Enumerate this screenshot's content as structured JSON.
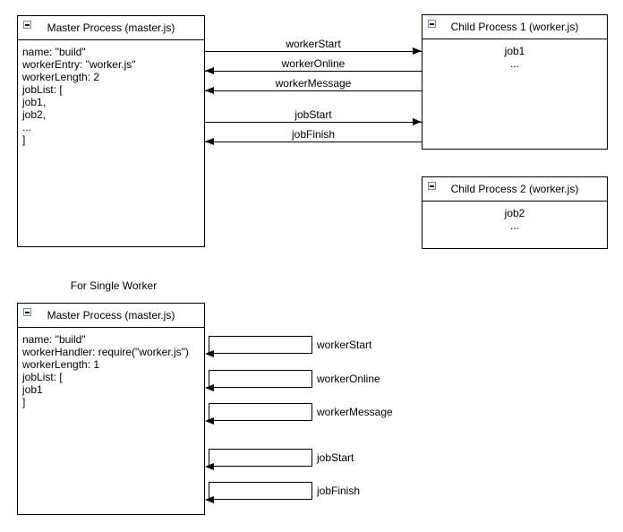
{
  "colors": {
    "stroke": "#000000",
    "background": "#ffffff",
    "collapse_icon_border": "#7d8a97",
    "collapse_icon_fill": "#f4f6f8"
  },
  "top_diagram": {
    "master": {
      "title": "Master Process (master.js)",
      "body_lines": [
        "name: \"build\"",
        "workerEntry: \"worker.js\"",
        "workerLength: 2",
        "jobList: [",
        "job1,",
        "job2,",
        "...",
        "]"
      ]
    },
    "child1": {
      "title": "Child Process 1 (worker.js)",
      "body_lines": [
        "job1",
        "..."
      ]
    },
    "child2": {
      "title": "Child Process 2 (worker.js)",
      "body_lines": [
        "job2",
        "..."
      ]
    },
    "messages": [
      {
        "label": "workerStart",
        "direction": "master-to-child"
      },
      {
        "label": "workerOnline",
        "direction": "child-to-master"
      },
      {
        "label": "workerMessage",
        "direction": "child-to-master"
      },
      {
        "label": "jobStart",
        "direction": "master-to-child"
      },
      {
        "label": "jobFinish",
        "direction": "child-to-master"
      }
    ]
  },
  "bottom_diagram": {
    "section_label": "For Single Worker",
    "master": {
      "title": "Master Process (master.js)",
      "body_lines": [
        "name: \"build\"",
        "workerHandler: require(\"worker.js\")",
        "workerLength: 1",
        "jobList: [",
        "job1",
        "]"
      ]
    },
    "messages": [
      {
        "label": "workerStart",
        "direction": "to-master"
      },
      {
        "label": "workerOnline",
        "direction": "to-master"
      },
      {
        "label": "workerMessage",
        "direction": "to-master"
      },
      {
        "label": "jobStart",
        "direction": "to-master"
      },
      {
        "label": "jobFinish",
        "direction": "to-master"
      }
    ]
  }
}
